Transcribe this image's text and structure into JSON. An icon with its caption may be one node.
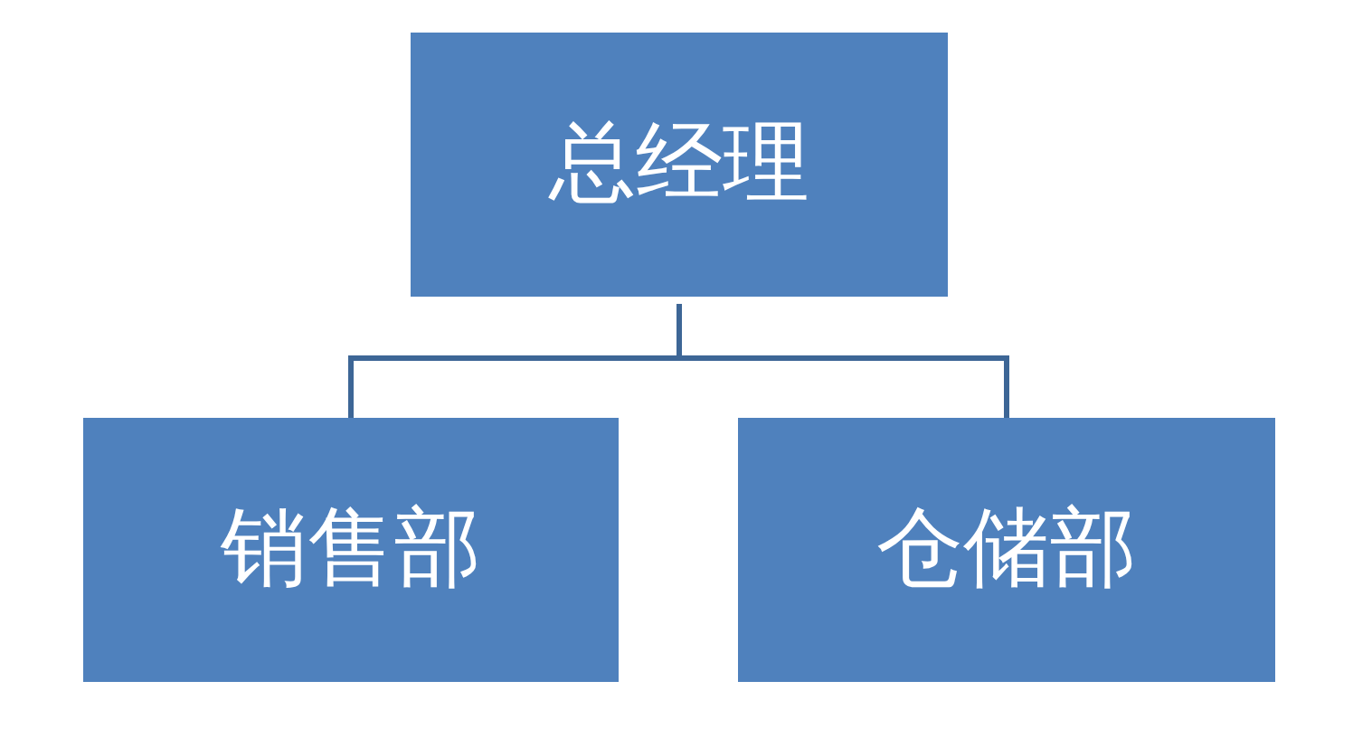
{
  "diagram": {
    "nodes": [
      {
        "text": [
          "总经理"
        ]
      },
      {
        "text": [
          "销售部"
        ]
      },
      {
        "text": [
          "仓储部"
        ]
      }
    ],
    "edges": [
      {
        "from": 0,
        "to": 1,
        "arrow": "none"
      },
      {
        "from": 0,
        "to": 2,
        "arrow": "none"
      }
    ]
  }
}
